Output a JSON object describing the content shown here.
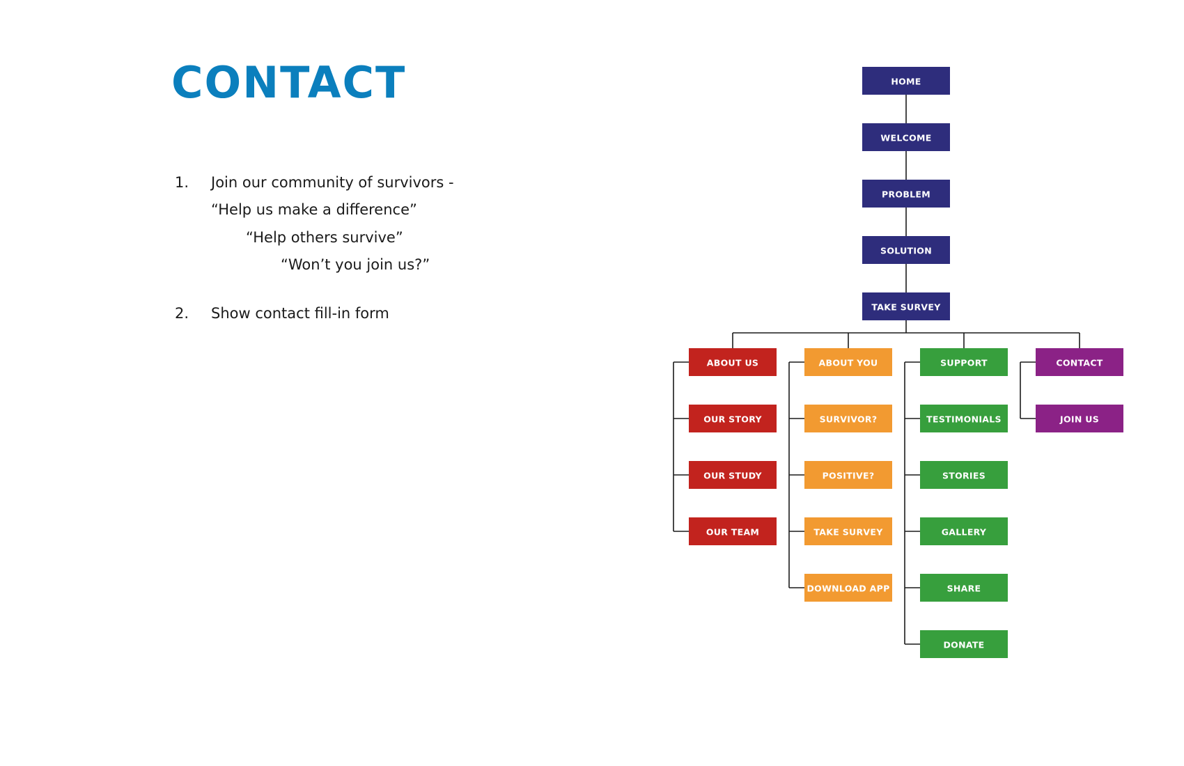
{
  "title": "CONTACT",
  "notes": [
    {
      "number": "1.",
      "lines": [
        "Join our community of survivors -",
        "“Help us make a difference”",
        "“Help others survive”",
        "“Won’t you join us?”"
      ]
    },
    {
      "number": "2.",
      "lines": [
        "Show contact fill-in form"
      ]
    }
  ],
  "colors": {
    "title": "#0b7fbd",
    "main_nodes": "#2e2d7c",
    "about_us": "#c2231e",
    "about_you": "#f29a31",
    "support": "#379f3d",
    "contact": "#8b2286"
  },
  "sitemap": {
    "main_path": [
      "HOME",
      "WELCOME",
      "PROBLEM",
      "SOLUTION",
      "TAKE SURVEY"
    ],
    "sections": [
      {
        "key": "about_us",
        "label": "ABOUT US",
        "children": [
          "OUR STORY",
          "OUR STUDY",
          "OUR TEAM"
        ]
      },
      {
        "key": "about_you",
        "label": "ABOUT YOU",
        "children": [
          "SURVIVOR?",
          "POSITIVE?",
          "TAKE SURVEY",
          "DOWNLOAD APP"
        ]
      },
      {
        "key": "support",
        "label": "SUPPORT",
        "children": [
          "TESTIMONIALS",
          "STORIES",
          "GALLERY",
          "SHARE",
          "DONATE"
        ]
      },
      {
        "key": "contact",
        "label": "CONTACT",
        "children": [
          "JOIN US"
        ]
      }
    ]
  }
}
